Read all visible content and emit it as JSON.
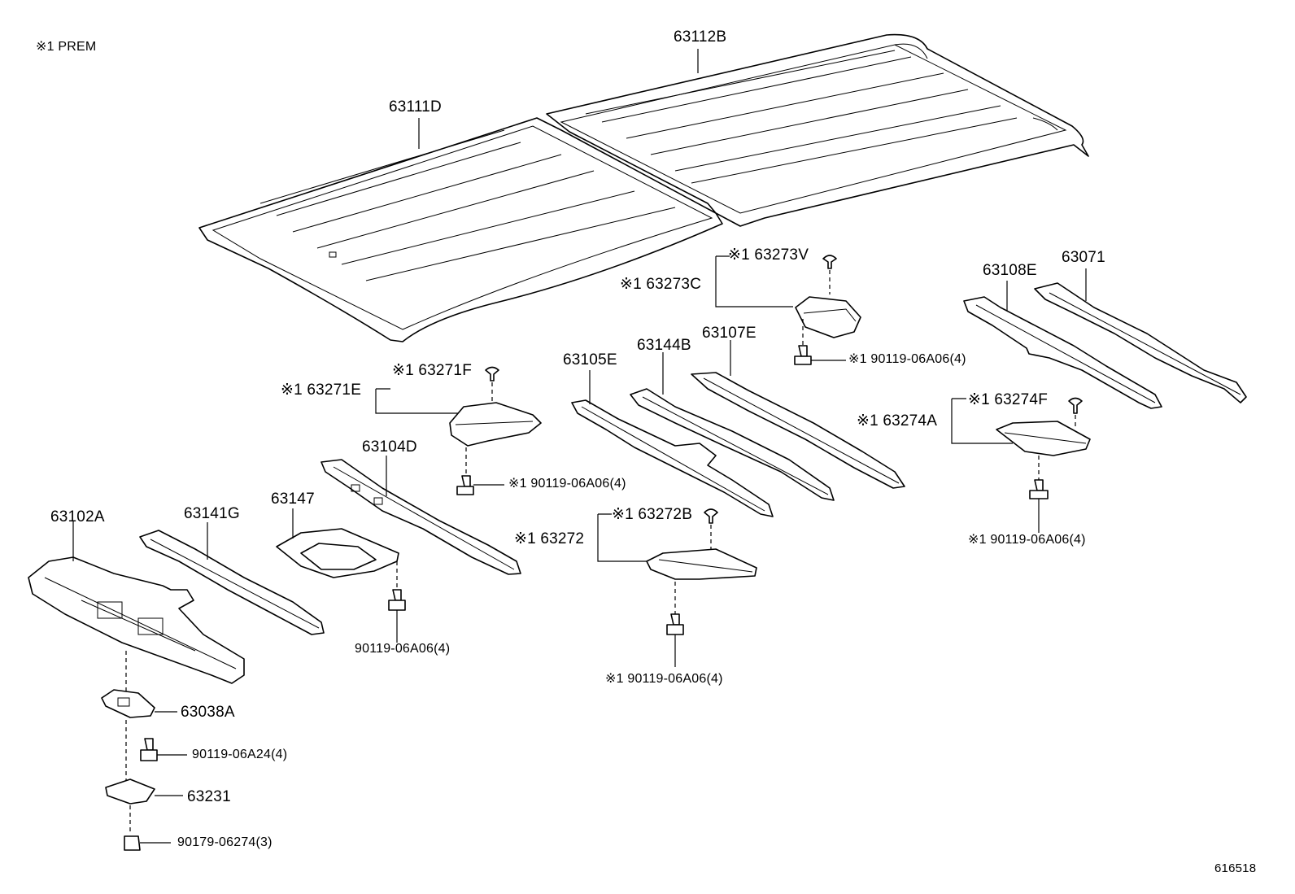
{
  "note": "※1 PREM",
  "diagram_id": "616518",
  "parts": {
    "p63112B": "63112B",
    "p63111D": "63111D",
    "p63273V": "※1 63273V",
    "p63273C": "※1 63273C",
    "bolt_63273": "※1 90119-06A06(4)",
    "p63108E": "63108E",
    "p63071": "63071",
    "p63105E": "63105E",
    "p63144B": "63144B",
    "p63107E": "63107E",
    "p63271F": "※1 63271F",
    "p63271E": "※1 63271E",
    "bolt_63271": "※1 90119-06A06(4)",
    "p63274F": "※1 63274F",
    "p63274A": "※1 63274A",
    "bolt_63274": "※1 90119-06A06(4)",
    "p63104D": "63104D",
    "p63147": "63147",
    "p63141G": "63141G",
    "p63102A": "63102A",
    "p63272B": "※1 63272B",
    "p63272": "※1 63272",
    "bolt_63272": "※1 90119-06A06(4)",
    "bolt_63147": "90119-06A06(4)",
    "p63038A": "63038A",
    "bolt_63038A": "90119-06A24(4)",
    "p63231": "63231",
    "nut_63231": "90179-06274(3)"
  }
}
